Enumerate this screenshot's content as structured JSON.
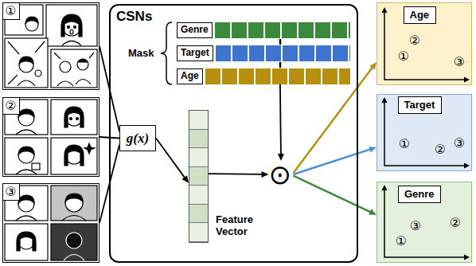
{
  "diagram": {
    "nodes": [
      {
        "text": [
          "①"
        ]
      },
      {
        "text": [
          "②"
        ]
      },
      {
        "text": [
          "③"
        ]
      },
      {
        "text": [
          "CSNs"
        ]
      },
      {
        "text": [
          "Genre"
        ],
        "in": 3
      },
      {
        "text": [
          "Target"
        ],
        "in": 3
      },
      {
        "text": [
          "Age"
        ],
        "in": 3
      },
      {
        "text": [
          "g(x)"
        ],
        "in": 3
      },
      {
        "text": [
          "Feature Vector"
        ],
        "in": 3
      },
      {
        "text": [
          "⊙"
        ],
        "in": 3
      },
      {
        "text": [
          "①",
          "②",
          "③"
        ]
      },
      {
        "text": [
          "Age"
        ],
        "in": 10
      },
      {
        "text": [
          "①",
          "②",
          "③"
        ]
      },
      {
        "text": [
          "Target"
        ],
        "in": 12
      },
      {
        "text": [
          "①",
          "②",
          "③"
        ]
      },
      {
        "text": [
          "Genre"
        ],
        "in": 14
      }
    ],
    "edges": [
      {
        "from": 0,
        "to": 7,
        "arrow": "none"
      },
      {
        "from": 1,
        "to": 7,
        "arrow": "none"
      },
      {
        "from": 2,
        "to": 7,
        "arrow": "none"
      },
      {
        "from": 7,
        "to": 8,
        "arrow": "to"
      },
      {
        "from": 8,
        "to": 9,
        "arrow": "to"
      },
      {
        "from": 6,
        "to": 9,
        "arrow": "to"
      },
      {
        "from": 9,
        "to": 10,
        "arrow": "to"
      },
      {
        "from": 9,
        "to": 12,
        "arrow": "to"
      },
      {
        "from": 9,
        "to": 14,
        "arrow": "to"
      }
    ],
    "labels": [
      "Mask"
    ]
  }
}
